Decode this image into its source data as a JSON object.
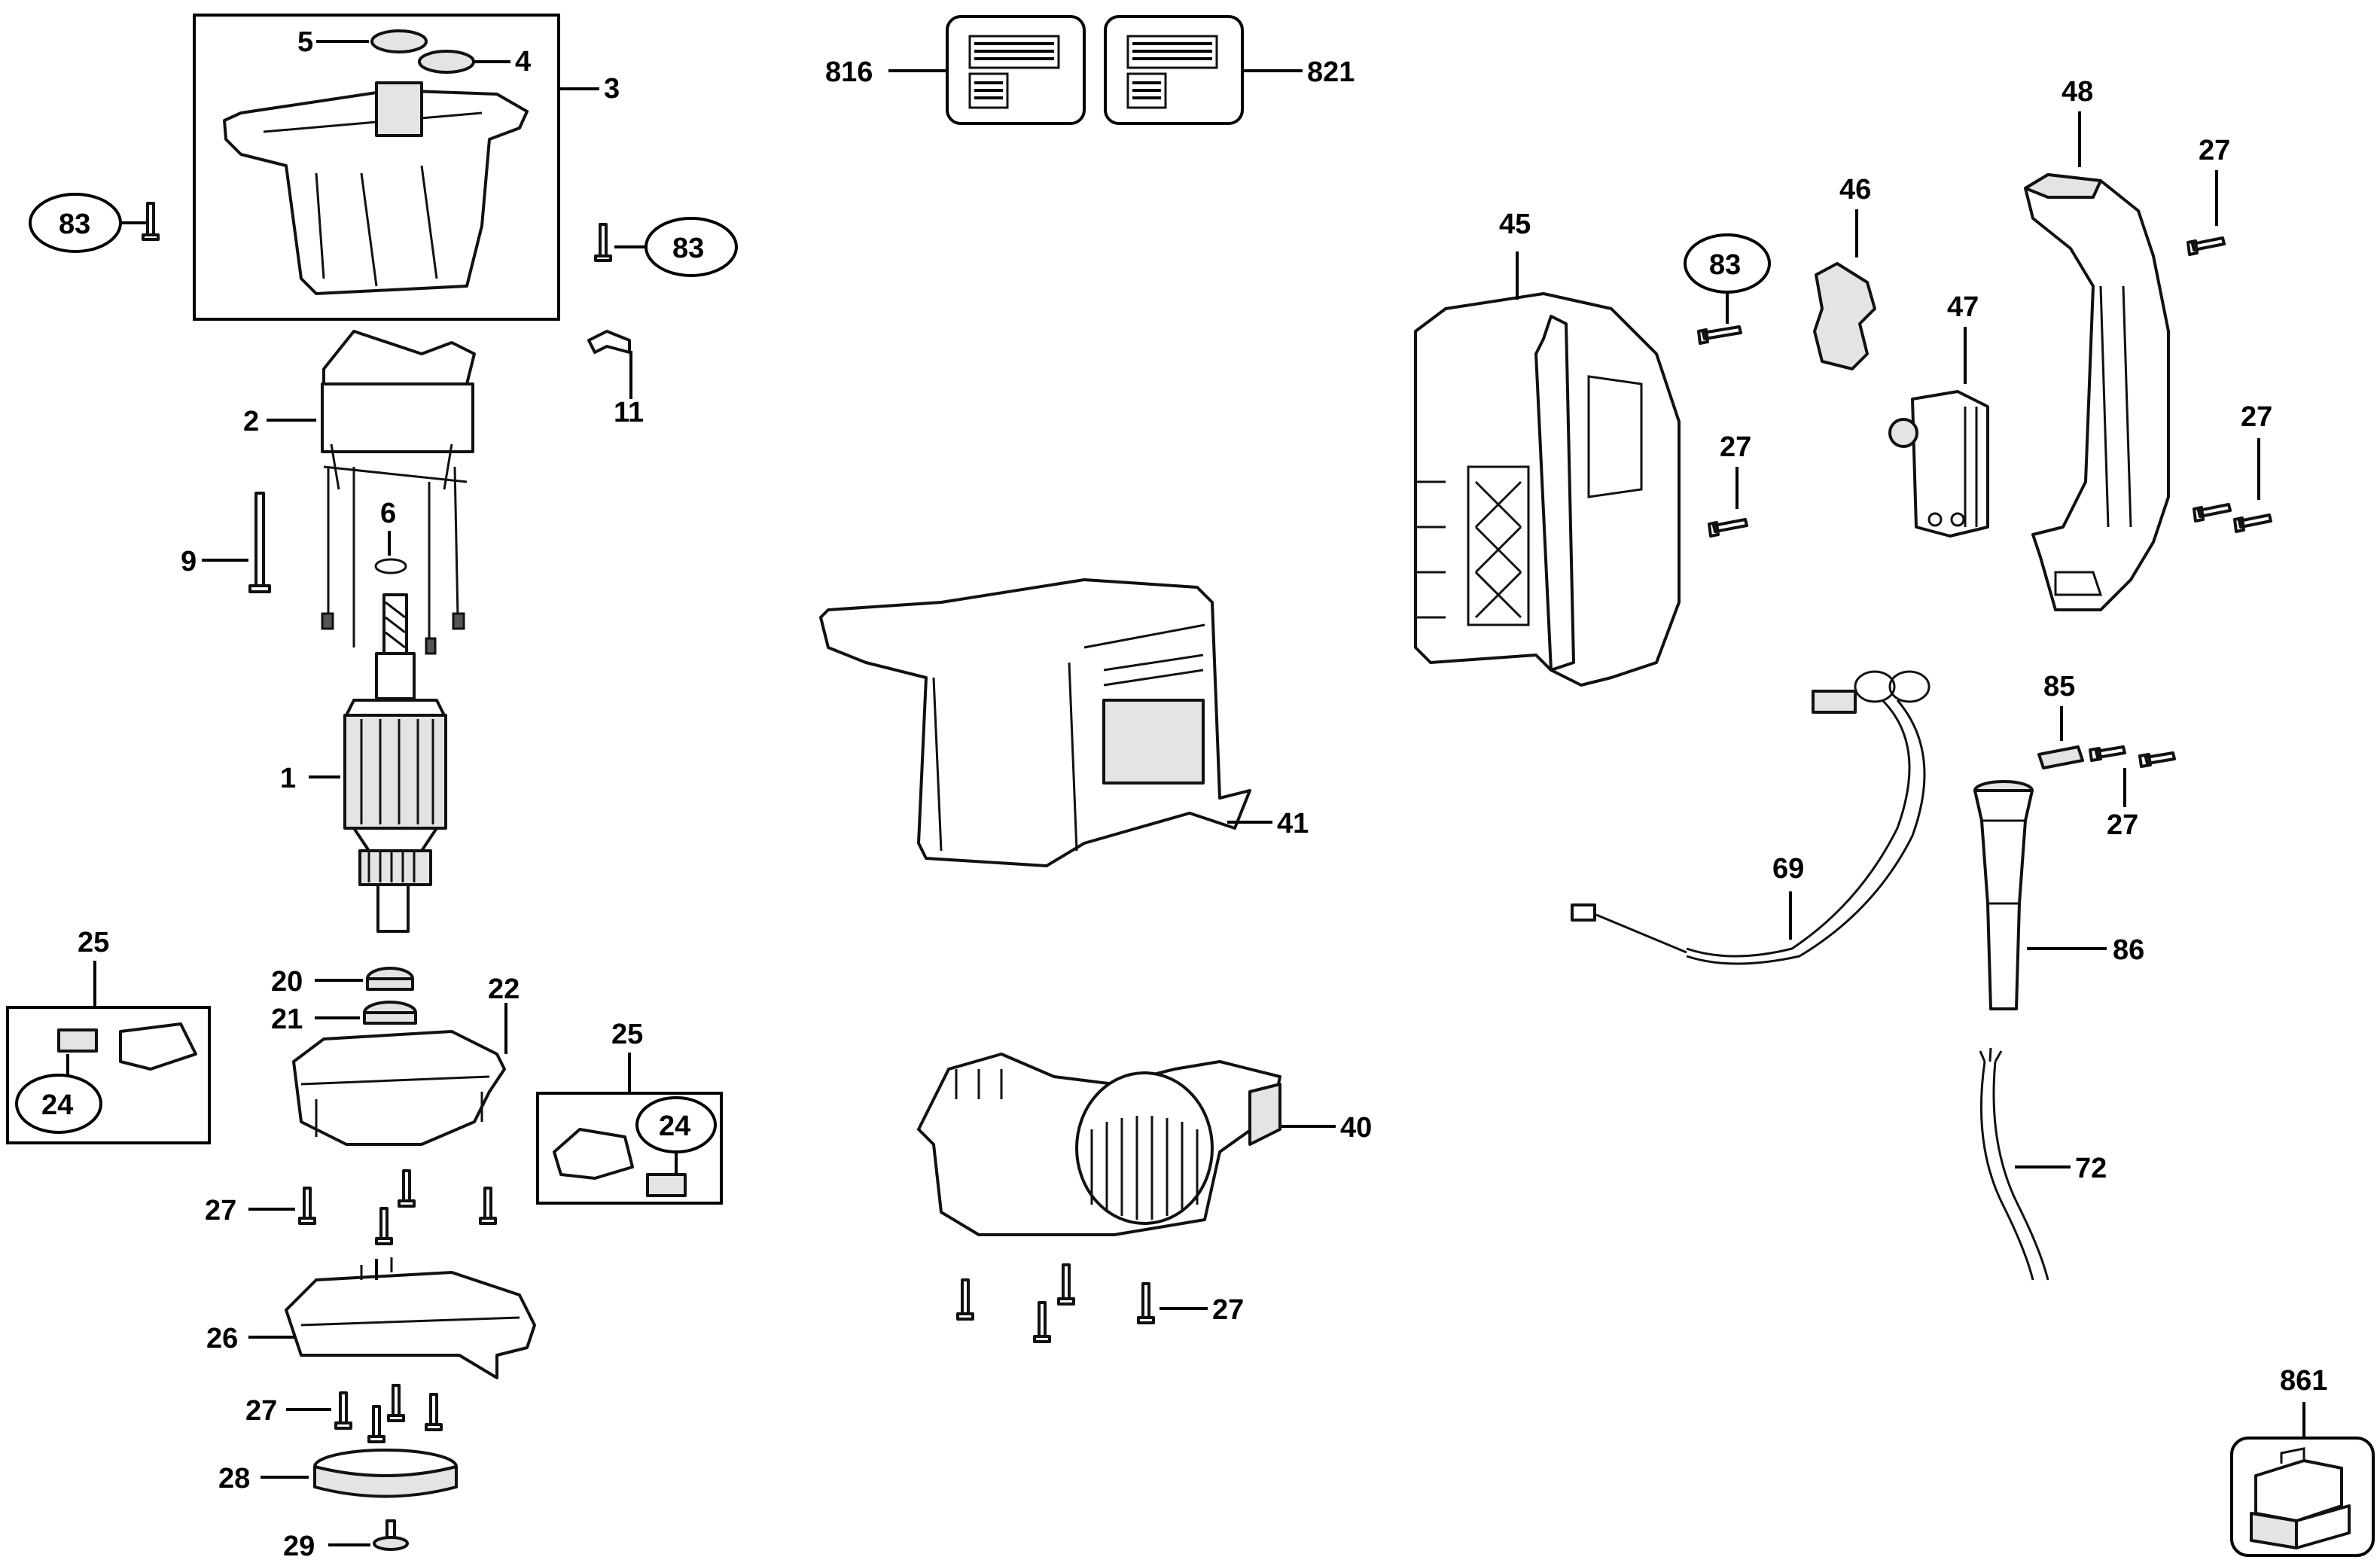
{
  "callouts": {
    "c1": "1",
    "c2": "2",
    "c3": "3",
    "c4": "4",
    "c5": "5",
    "c6": "6",
    "c9": "9",
    "c11": "11",
    "c20": "20",
    "c21": "21",
    "c22": "22",
    "c24a": "24",
    "c24b": "24",
    "c25a": "25",
    "c25b": "25",
    "c26": "26",
    "c27a": "27",
    "c27b": "27",
    "c27c": "27",
    "c27d": "27",
    "c27e": "27",
    "c27f": "27",
    "c27g": "27",
    "c28": "28",
    "c29": "29",
    "c40": "40",
    "c41": "41",
    "c45": "45",
    "c46": "46",
    "c47": "47",
    "c48": "48",
    "c69": "69",
    "c72": "72",
    "c83a": "83",
    "c83b": "83",
    "c83c": "83",
    "c85": "85",
    "c86": "86",
    "c816": "816",
    "c821": "821",
    "c861": "861"
  },
  "icons": {
    "label_plate": "label-plate-icon",
    "kit_box": "kit-box-icon"
  }
}
